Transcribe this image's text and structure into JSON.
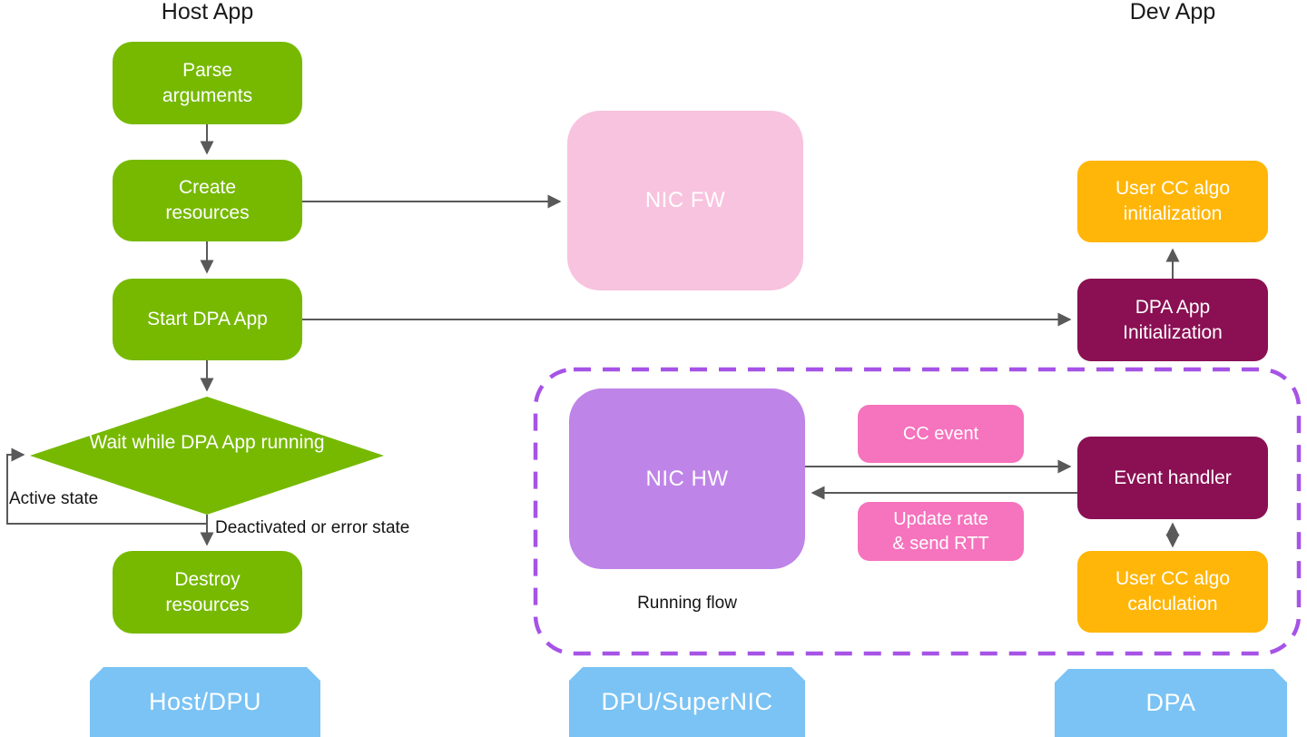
{
  "titles": {
    "host_app": "Host App",
    "dev_app": "Dev App"
  },
  "colors": {
    "green": "#76b900",
    "light_pink": "#f8c3de",
    "bright_pink": "#f673bd",
    "purple": "#bf84e8",
    "maroon": "#8a1053",
    "orange": "#ffb608",
    "blue": "#7ac3f4",
    "dashed_purple": "#a653e6",
    "arrow_gray": "#595959"
  },
  "host_flow": {
    "parse_arguments": {
      "line1": "Parse",
      "line2": "arguments"
    },
    "create_resources": {
      "line1": "Create",
      "line2": "resources"
    },
    "start_dpa_app": {
      "line1": "Start DPA App"
    },
    "wait_decision": {
      "line1": "Wait while DPA",
      "line2": "App running"
    },
    "destroy_resources": {
      "line1": "Destroy",
      "line2": "resources"
    },
    "active_state_label": "Active state",
    "deactivated_label": "Deactivated or error state"
  },
  "firmware": {
    "nic_fw": {
      "line1": "NIC FW"
    }
  },
  "running_flow": {
    "container_label": "Running flow",
    "nic_hw": {
      "line1": "NIC HW"
    },
    "cc_event": {
      "line1": "CC event"
    },
    "update_rate": {
      "line1": "Update rate",
      "line2": "& send RTT"
    },
    "event_handler": {
      "line1": "Event handler"
    },
    "user_cc_calculation": {
      "line1": "User CC algo",
      "line2": "calculation"
    }
  },
  "dev_app_flow": {
    "user_cc_initialization": {
      "line1": "User CC algo",
      "line2": "initialization"
    },
    "dpa_app_initialization": {
      "line1": "DPA App",
      "line2": "Initialization"
    }
  },
  "platforms": {
    "host_dpu": "Host/DPU",
    "dpu_supernic": "DPU/SuperNIC",
    "dpa": "DPA"
  }
}
